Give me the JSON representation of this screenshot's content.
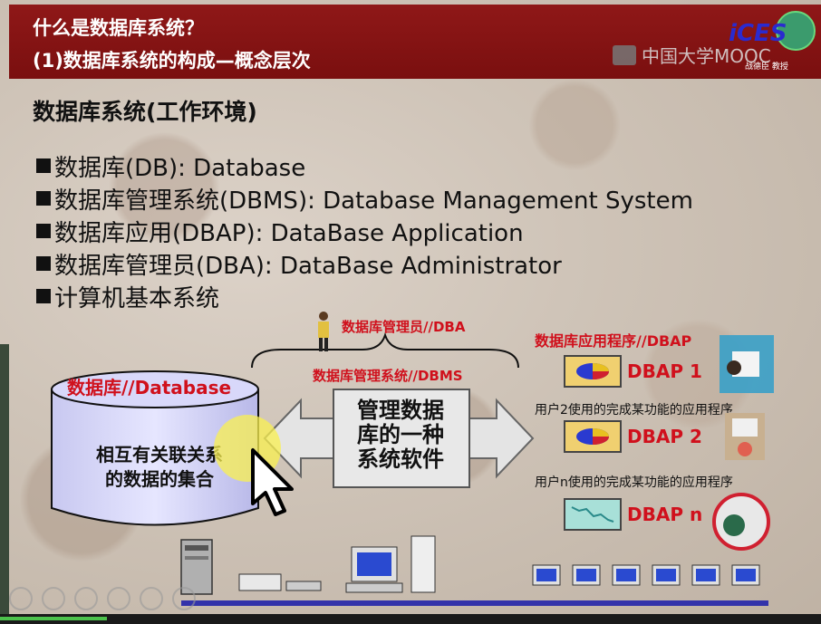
{
  "banner": {
    "line1": "什么是数据库系统？",
    "line2": "(1)数据库系统的构成—概念层次",
    "mooc": "中国大学MOOC",
    "logo_text": "iCES",
    "logo_sub": "战德臣 教授"
  },
  "section_title": "数据库系统(工作环境)",
  "bullets": [
    {
      "text": "数据库(DB): Database"
    },
    {
      "text": "数据库管理系统(DBMS): Database Management System"
    },
    {
      "text": "数据库应用(DBAP): DataBase Application"
    },
    {
      "text": "数据库管理员(DBA): DataBase Administrator"
    },
    {
      "text": "计算机基本系统"
    }
  ],
  "diagram": {
    "dba_label": "数据库管理员//DBA",
    "dbms_label": "数据库管理系统//DBMS",
    "db_label": "数据库//Database",
    "db_body_line1": "相互有关联关系",
    "db_body_line2": "的数据的集合",
    "arrow_line1": "管理数据",
    "arrow_line2": "库的一种",
    "arrow_line3": "系统软件",
    "dbap_title": "数据库应用程序//DBAP",
    "dbap1": "DBAP 1",
    "dbap2": "DBAP 2",
    "dbapn": "DBAP n",
    "user2_desc": "用户2使用的完成某功能的应用程序",
    "usern_desc": "用户n使用的完成某功能的应用程序"
  }
}
